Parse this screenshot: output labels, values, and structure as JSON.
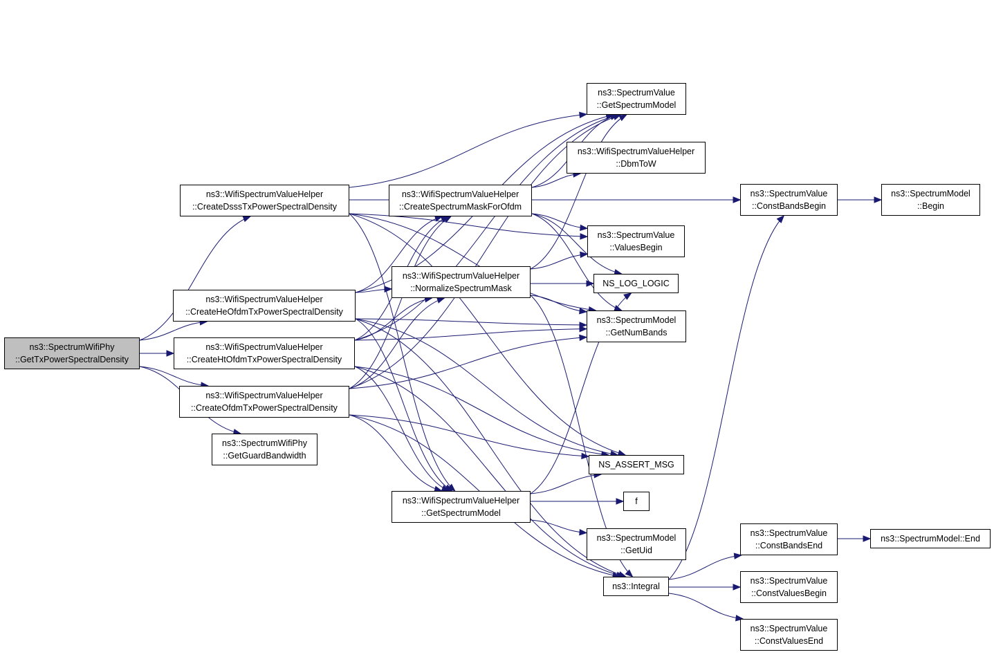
{
  "graph": {
    "edge_color": "#191970",
    "root_fill": "#bfbfbf",
    "nodes": {
      "root": {
        "lines": [
          "ns3::SpectrumWifiPhy",
          "::GetTxPowerSpectralDensity"
        ]
      },
      "dsss": {
        "lines": [
          "ns3::WifiSpectrumValueHelper",
          "::CreateDsssTxPowerSpectralDensity"
        ]
      },
      "heofdm": {
        "lines": [
          "ns3::WifiSpectrumValueHelper",
          "::CreateHeOfdmTxPowerSpectralDensity"
        ]
      },
      "htofdm": {
        "lines": [
          "ns3::WifiSpectrumValueHelper",
          "::CreateHtOfdmTxPowerSpectralDensity"
        ]
      },
      "ofdm": {
        "lines": [
          "ns3::WifiSpectrumValueHelper",
          "::CreateOfdmTxPowerSpectralDensity"
        ]
      },
      "guard": {
        "lines": [
          "ns3::SpectrumWifiPhy",
          "::GetGuardBandwidth"
        ]
      },
      "mask": {
        "lines": [
          "ns3::WifiSpectrumValueHelper",
          "::CreateSpectrumMaskForOfdm"
        ]
      },
      "norm": {
        "lines": [
          "ns3::WifiSpectrumValueHelper",
          "::NormalizeSpectrumMask"
        ]
      },
      "gsm": {
        "lines": [
          "ns3::WifiSpectrumValueHelper",
          "::GetSpectrumModel"
        ]
      },
      "svgsm": {
        "lines": [
          "ns3::SpectrumValue",
          "::GetSpectrumModel"
        ]
      },
      "dbm": {
        "lines": [
          "ns3::WifiSpectrumValueHelper",
          "::DbmToW"
        ]
      },
      "vbegin": {
        "lines": [
          "ns3::SpectrumValue",
          "::ValuesBegin"
        ]
      },
      "nslog": {
        "lines": [
          "NS_LOG_LOGIC"
        ]
      },
      "numb": {
        "lines": [
          "ns3::SpectrumModel",
          "::GetNumBands"
        ]
      },
      "assert": {
        "lines": [
          "NS_ASSERT_MSG"
        ]
      },
      "f": {
        "lines": [
          "f"
        ]
      },
      "uid": {
        "lines": [
          "ns3::SpectrumModel",
          "::GetUid"
        ]
      },
      "integral": {
        "lines": [
          "ns3::Integral"
        ]
      },
      "cbb": {
        "lines": [
          "ns3::SpectrumValue",
          "::ConstBandsBegin"
        ]
      },
      "smbegin": {
        "lines": [
          "ns3::SpectrumModel",
          "::Begin"
        ]
      },
      "cbe": {
        "lines": [
          "ns3::SpectrumValue",
          "::ConstBandsEnd"
        ]
      },
      "smend": {
        "lines": [
          "ns3::SpectrumModel::End"
        ]
      },
      "cvb": {
        "lines": [
          "ns3::SpectrumValue",
          "::ConstValuesBegin"
        ]
      },
      "cve": {
        "lines": [
          "ns3::SpectrumValue",
          "::ConstValuesEnd"
        ]
      }
    },
    "edges": [
      [
        "root",
        "dsss"
      ],
      [
        "root",
        "heofdm"
      ],
      [
        "root",
        "htofdm"
      ],
      [
        "root",
        "ofdm"
      ],
      [
        "root",
        "guard"
      ],
      [
        "dsss",
        "svgsm"
      ],
      [
        "dsss",
        "cbb"
      ],
      [
        "dsss",
        "vbegin"
      ],
      [
        "dsss",
        "numb"
      ],
      [
        "dsss",
        "assert"
      ],
      [
        "dsss",
        "gsm"
      ],
      [
        "heofdm",
        "mask"
      ],
      [
        "heofdm",
        "norm"
      ],
      [
        "heofdm",
        "svgsm"
      ],
      [
        "heofdm",
        "numb"
      ],
      [
        "heofdm",
        "assert"
      ],
      [
        "heofdm",
        "gsm"
      ],
      [
        "heofdm",
        "integral"
      ],
      [
        "htofdm",
        "mask"
      ],
      [
        "htofdm",
        "norm"
      ],
      [
        "htofdm",
        "svgsm"
      ],
      [
        "htofdm",
        "numb"
      ],
      [
        "htofdm",
        "assert"
      ],
      [
        "htofdm",
        "gsm"
      ],
      [
        "htofdm",
        "integral"
      ],
      [
        "ofdm",
        "mask"
      ],
      [
        "ofdm",
        "norm"
      ],
      [
        "ofdm",
        "svgsm"
      ],
      [
        "ofdm",
        "numb"
      ],
      [
        "ofdm",
        "assert"
      ],
      [
        "ofdm",
        "gsm"
      ],
      [
        "ofdm",
        "integral"
      ],
      [
        "mask",
        "svgsm"
      ],
      [
        "mask",
        "dbm"
      ],
      [
        "mask",
        "cbb"
      ],
      [
        "mask",
        "vbegin"
      ],
      [
        "mask",
        "nslog"
      ],
      [
        "mask",
        "numb"
      ],
      [
        "norm",
        "svgsm"
      ],
      [
        "norm",
        "vbegin"
      ],
      [
        "norm",
        "nslog"
      ],
      [
        "norm",
        "numb"
      ],
      [
        "norm",
        "integral"
      ],
      [
        "gsm",
        "nslog"
      ],
      [
        "gsm",
        "assert"
      ],
      [
        "gsm",
        "f"
      ],
      [
        "gsm",
        "uid"
      ],
      [
        "cbb",
        "smbegin"
      ],
      [
        "integral",
        "cbb"
      ],
      [
        "integral",
        "cbe"
      ],
      [
        "integral",
        "cvb"
      ],
      [
        "integral",
        "cve"
      ],
      [
        "cbe",
        "smend"
      ]
    ]
  }
}
